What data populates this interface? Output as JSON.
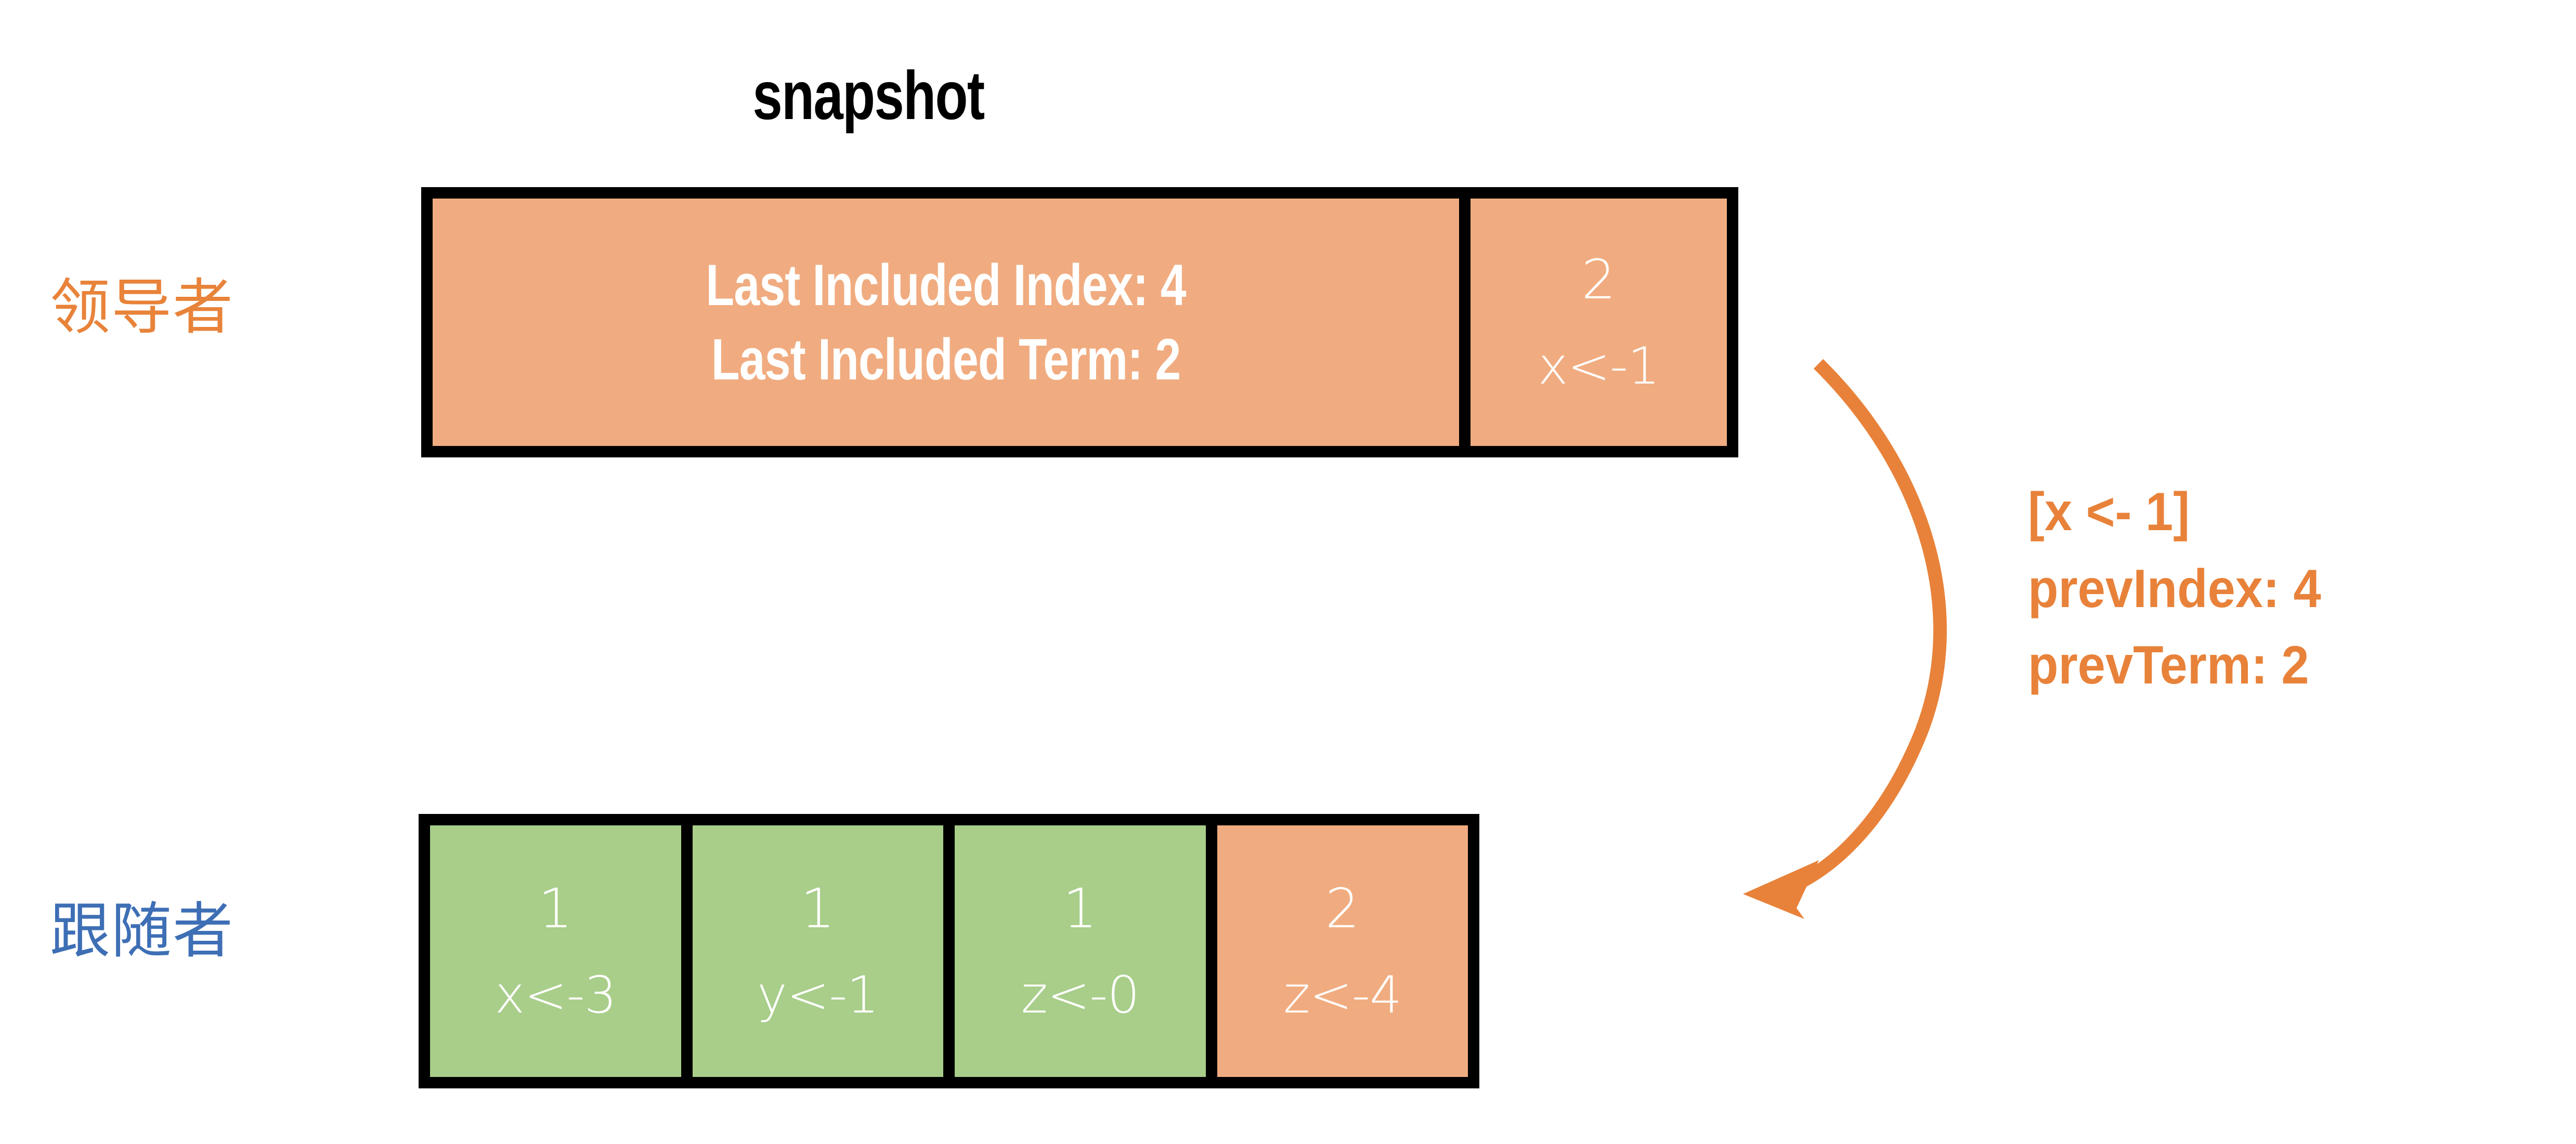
{
  "diagram": {
    "title": "snapshot",
    "accent_orange": "#E8823A",
    "accent_blue": "#3E6FB5",
    "cell_orange": "#F0AC80",
    "cell_green": "#A8CE8A",
    "border_color": "#000000",
    "text_on_cell": "#FFFFFF"
  },
  "leader": {
    "role_label": "领导者",
    "snapshot_cell": {
      "line1": "Last Included Index: 4",
      "line2": "Last Included Term: 2"
    },
    "entries": [
      {
        "term": "2",
        "command": "x<-1",
        "color": "orange"
      }
    ]
  },
  "follower": {
    "role_label": "跟随者",
    "entries": [
      {
        "term": "1",
        "command": "x<-3",
        "color": "green"
      },
      {
        "term": "1",
        "command": "y<-1",
        "color": "green"
      },
      {
        "term": "1",
        "command": "z<-0",
        "color": "green"
      },
      {
        "term": "2",
        "command": "z<-4",
        "color": "orange"
      }
    ]
  },
  "rpc": {
    "line1": "[x <- 1]",
    "line2": "prevIndex: 4",
    "line3": "prevTerm: 2"
  },
  "arrow": {
    "color": "#E8823A",
    "direction": "leader-to-follower"
  }
}
